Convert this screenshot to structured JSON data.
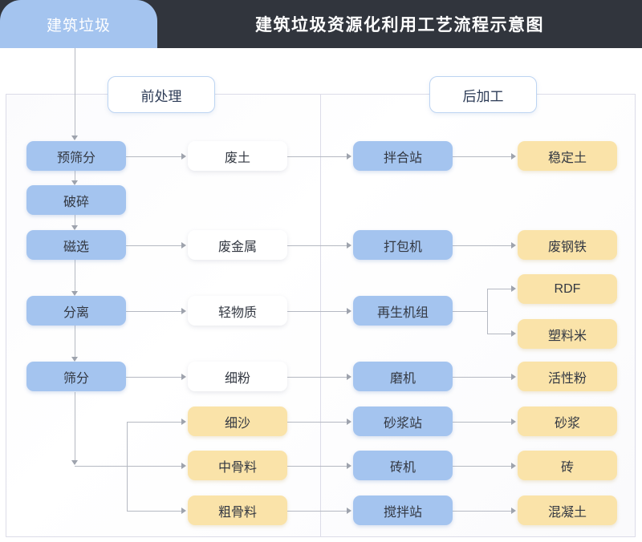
{
  "header": {
    "tab_label": "建筑垃圾",
    "title": "建筑垃圾资源化利用工艺流程示意图",
    "tab_color": "#a4c4ef",
    "bar_color": "#31353d"
  },
  "sections": [
    {
      "id": "pre",
      "label": "前处理"
    },
    {
      "id": "post",
      "label": "后加工"
    }
  ],
  "palette": {
    "process_blue": "#a4c4ef",
    "material_white": "#ffffff",
    "product_yellow": "#fae3a9",
    "connector_gray": "#b5b9c2",
    "frame_border": "#dcdce8"
  },
  "columns": [
    {
      "id": "process",
      "kind": "blue"
    },
    {
      "id": "material",
      "kind": "mixed"
    },
    {
      "id": "machine",
      "kind": "blue"
    },
    {
      "id": "product",
      "kind": "yellow"
    }
  ],
  "nodes": {
    "pre_screen": {
      "label": "预筛分",
      "kind": "blue"
    },
    "crush": {
      "label": "破碎",
      "kind": "blue"
    },
    "magnetic": {
      "label": "磁选",
      "kind": "blue"
    },
    "separate": {
      "label": "分离",
      "kind": "blue"
    },
    "screen": {
      "label": "筛分",
      "kind": "blue"
    },
    "waste_soil": {
      "label": "废土",
      "kind": "white"
    },
    "waste_metal": {
      "label": "废金属",
      "kind": "white"
    },
    "light_mat": {
      "label": "轻物质",
      "kind": "white"
    },
    "fine_powder": {
      "label": "细粉",
      "kind": "white"
    },
    "fine_sand": {
      "label": "细沙",
      "kind": "yellow"
    },
    "mid_agg": {
      "label": "中骨料",
      "kind": "yellow"
    },
    "coarse_agg": {
      "label": "粗骨料",
      "kind": "yellow"
    },
    "mix_station": {
      "label": "拌合站",
      "kind": "blue"
    },
    "baler": {
      "label": "打包机",
      "kind": "blue"
    },
    "regen_unit": {
      "label": "再生机组",
      "kind": "blue"
    },
    "grinder": {
      "label": "磨机",
      "kind": "blue"
    },
    "mortar_stn": {
      "label": "砂浆站",
      "kind": "blue"
    },
    "brick_mach": {
      "label": "砖机",
      "kind": "blue"
    },
    "batch_plant": {
      "label": "搅拌站",
      "kind": "blue"
    },
    "stab_soil": {
      "label": "稳定土",
      "kind": "yellow"
    },
    "scrap_steel": {
      "label": "废钢铁",
      "kind": "yellow"
    },
    "rdf": {
      "label": "RDF",
      "kind": "yellow"
    },
    "plastic_pel": {
      "label": "塑料米",
      "kind": "yellow"
    },
    "active_pwd": {
      "label": "活性粉",
      "kind": "yellow"
    },
    "mortar": {
      "label": "砂浆",
      "kind": "yellow"
    },
    "brick": {
      "label": "砖",
      "kind": "yellow"
    },
    "concrete": {
      "label": "混凝土",
      "kind": "yellow"
    }
  },
  "flows": [
    "建筑垃圾 → 预筛分",
    "预筛分 → 破碎",
    "破碎 → 磁选",
    "磁选 → 分离",
    "分离 → 筛分",
    "预筛分 → 废土 → 拌合站 → 稳定土",
    "磁选 → 废金属 → 打包机 → 废钢铁",
    "分离 → 轻物质 → 再生机组 → RDF",
    "分离 → 轻物质 → 再生机组 → 塑料米",
    "筛分 → 细粉 → 磨机 → 活性粉",
    "筛分 → 细沙 → 砂浆站 → 砂浆",
    "筛分 → 中骨料 → 砖机 → 砖",
    "筛分 → 粗骨料 → 搅拌站 → 混凝土"
  ]
}
